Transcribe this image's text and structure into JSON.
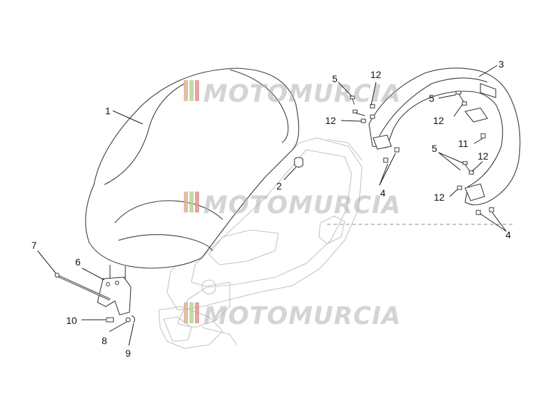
{
  "watermark": {
    "text": "MOTOMURCIA"
  },
  "callouts": {
    "seat": "1",
    "rubber_buffer": "2",
    "rear_rack": "3",
    "screw_4_top": "4",
    "screw_4_bottom": "4",
    "screw_5_top_left": "5",
    "screw_5_top_right": "5",
    "screw_5_mid_right": "5",
    "hinge_bracket": "6",
    "hinge_pin": "7",
    "washer": "8",
    "clip": "9",
    "bolt": "10",
    "nut": "11",
    "screw_12_a": "12",
    "screw_12_b": "12",
    "screw_12_c": "12",
    "screw_12_d": "12",
    "screw_12_e": "12"
  }
}
